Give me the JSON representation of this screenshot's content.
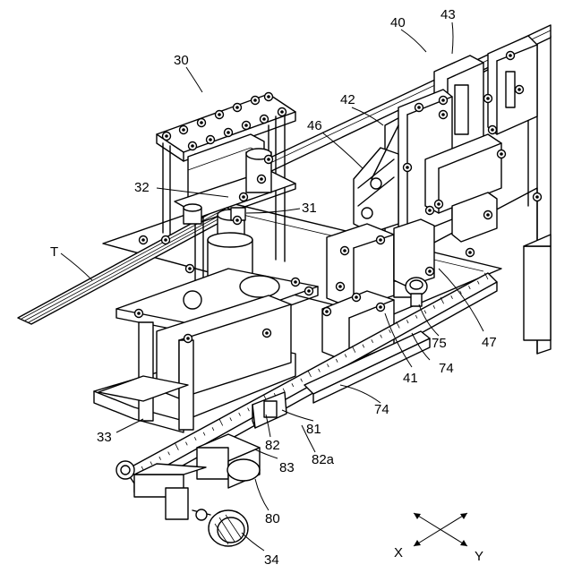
{
  "labels": {
    "r30": "30",
    "r40": "40",
    "r43": "43",
    "r42": "42",
    "r46": "46",
    "r32": "32",
    "r31": "31",
    "rT": "T",
    "r47": "47",
    "r75": "75",
    "r74a": "74",
    "r41": "41",
    "r74b": "74",
    "r81": "81",
    "r33": "33",
    "r82": "82",
    "r82a": "82a",
    "r83": "83",
    "r80": "80",
    "r34": "34",
    "axisX": "X",
    "axisY": "Y"
  }
}
